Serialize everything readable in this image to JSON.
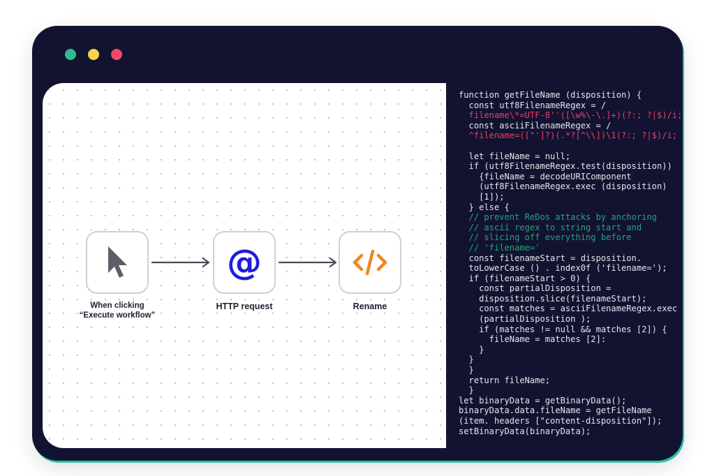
{
  "window": {
    "controls": [
      {
        "name": "green-dot",
        "color": "#2dbb8f"
      },
      {
        "name": "yellow-dot",
        "color": "#f7d24a"
      },
      {
        "name": "red-dot",
        "color": "#f4476b"
      }
    ]
  },
  "workflow": {
    "nodes": [
      {
        "icon": "cursor-icon",
        "label": "When clicking\n“Execute workflow”"
      },
      {
        "icon": "at-sign-icon",
        "label": "HTTP request",
        "color": "#1e1ed8"
      },
      {
        "icon": "code-icon",
        "label": "Rename",
        "color": "#f0851e"
      }
    ]
  },
  "code": {
    "lines": [
      {
        "text": "function getFileName (disposition) {",
        "color": "default"
      },
      {
        "text": "  const utf8FilenameRegex = /",
        "color": "default"
      },
      {
        "text": "  filename\\*=UTF-8''([\\w%\\-\\.]+)(?:; ?|$)/i;",
        "color": "red"
      },
      {
        "text": "  const asciiFilenameRegex = /",
        "color": "default"
      },
      {
        "text": "  ^filename=([\"']?)(.*?[^\\\\])\\1(?:; ?|$)/i;",
        "color": "red"
      },
      {
        "text": "",
        "color": "default"
      },
      {
        "text": "  let fileName = null;",
        "color": "default"
      },
      {
        "text": "  if (utf8FilenameRegex.test(disposition))",
        "color": "default"
      },
      {
        "text": "    {fileName = decodeURIComponent",
        "color": "default"
      },
      {
        "text": "    (utf8FilenameRegex.exec (disposition)",
        "color": "default"
      },
      {
        "text": "    [1]);",
        "color": "default"
      },
      {
        "text": "  } else {",
        "color": "default"
      },
      {
        "text": "  // prevent ReDos attacks by anchoring",
        "color": "green"
      },
      {
        "text": "  // ascii regex to string start and",
        "color": "green"
      },
      {
        "text": "  // slicing off everything before",
        "color": "green"
      },
      {
        "text": "  // 'filename='",
        "color": "green"
      },
      {
        "text": "  const filenameStart = disposition.",
        "color": "default"
      },
      {
        "text": "  toLowerCase () . index0f ('filename=');",
        "color": "default"
      },
      {
        "text": "  if (filenameStart > 0) {",
        "color": "default"
      },
      {
        "text": "    const partialDisposition =",
        "color": "default"
      },
      {
        "text": "    disposition.slice(filenameStart);",
        "color": "default"
      },
      {
        "text": "    const matches = asciiFilenameRegex.exec",
        "color": "default"
      },
      {
        "text": "    (partialDisposition );",
        "color": "default"
      },
      {
        "text": "    if (matches != null && matches [2]) {",
        "color": "default"
      },
      {
        "text": "      fileName = matches [2]:",
        "color": "default"
      },
      {
        "text": "    }",
        "color": "default"
      },
      {
        "text": "  }",
        "color": "default"
      },
      {
        "text": "  }",
        "color": "default"
      },
      {
        "text": "  return fileName;",
        "color": "default"
      },
      {
        "text": "  }",
        "color": "default"
      },
      {
        "text": "let binaryData = getBinaryData();",
        "color": "default"
      },
      {
        "text": "binaryData.data.fileName = getFileName",
        "color": "default"
      },
      {
        "text": "(item. headers [\"content-disposition\"]);",
        "color": "default"
      },
      {
        "text": "setBinaryData(binaryData);",
        "color": "default"
      }
    ]
  }
}
